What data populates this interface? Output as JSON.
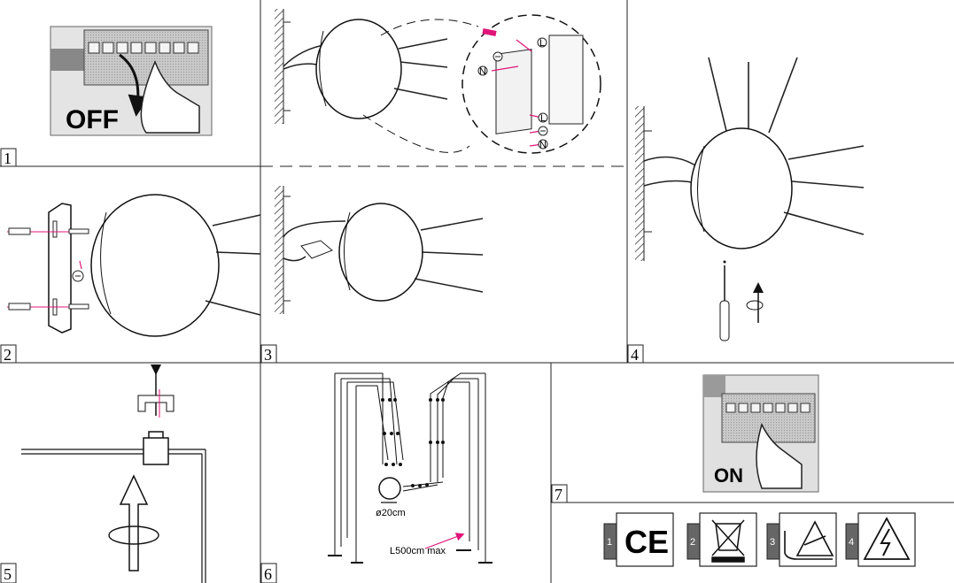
{
  "steps": [
    {
      "number": "1"
    },
    {
      "number": "2"
    },
    {
      "number": "3"
    },
    {
      "number": "4"
    },
    {
      "number": "5"
    },
    {
      "number": "6"
    },
    {
      "number": "7"
    }
  ],
  "panel1": {
    "switch_label": "OFF"
  },
  "panel7": {
    "switch_label": "ON"
  },
  "connections": {
    "live": "L",
    "neutral": "N"
  },
  "panel6": {
    "diameter_label": "ø20cm",
    "length_label": "L500cm max"
  },
  "symbols": [
    {
      "number": "1",
      "mark": "CE"
    },
    {
      "number": "2",
      "icon": "crossed-bin-icon"
    },
    {
      "number": "3",
      "icon": "surface-mount-warning-icon"
    },
    {
      "number": "4",
      "icon": "high-voltage-warning-icon"
    }
  ],
  "colors": {
    "accent": "#e0157a",
    "line": "#111111"
  }
}
